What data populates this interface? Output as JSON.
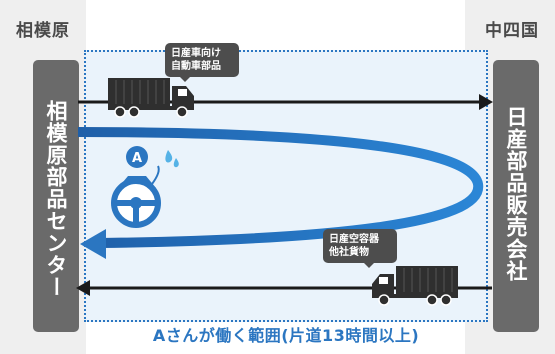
{
  "regions": {
    "left": "相模原",
    "right": "中四国"
  },
  "locations": {
    "left": "相模原部品センター",
    "right": "日産部品販売会社"
  },
  "callouts": {
    "outbound": "日産車向け 自動車部品",
    "inbound": "日産空容器 他社貨物"
  },
  "driver_badge": "A",
  "caption": "Aさんが働く範囲(片道13時間以上)",
  "colors": {
    "route": "#2b76c1",
    "arrow": "#1a1a1a",
    "pillar": "#6a6a6a",
    "zone_fill": "#eaf3fb"
  },
  "icons": [
    "truck-icon",
    "driver-steering-wheel-icon",
    "sweat-drop-icon"
  ]
}
